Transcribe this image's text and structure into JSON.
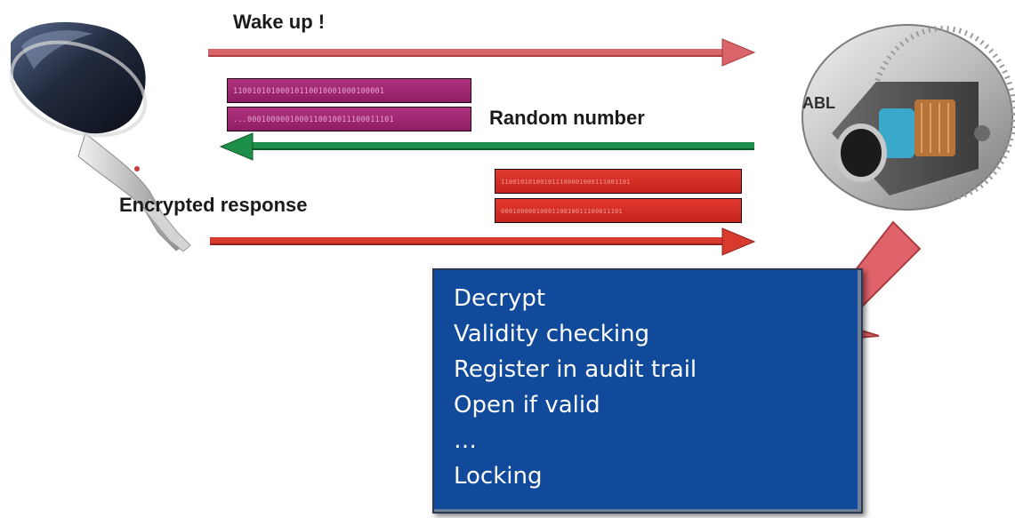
{
  "messages": {
    "wake_up": "Wake up !",
    "random_number": "Random number",
    "encrypted_response": "Encrypted response"
  },
  "bit_strings": {
    "random_1": "11001010100010110010001000100001",
    "random_2": "...0001000001000110010011100011101",
    "response_1": "110010101001011100001000111001101",
    "response_2": "0001000001000110010011100011101"
  },
  "lock_label": "ABL",
  "steps": [
    "Decrypt",
    "Validity checking",
    "Register in audit trail",
    "Open if valid",
    "…",
    "Locking"
  ],
  "colors": {
    "wake_arrow": "#d9646a",
    "random_arrow": "#1e8f4a",
    "response_arrow": "#d93a2e",
    "process_arrow": "#e0636b",
    "steps_box": "#114a9a",
    "bits_purple": "#a52674",
    "bits_red": "#d52d24"
  }
}
